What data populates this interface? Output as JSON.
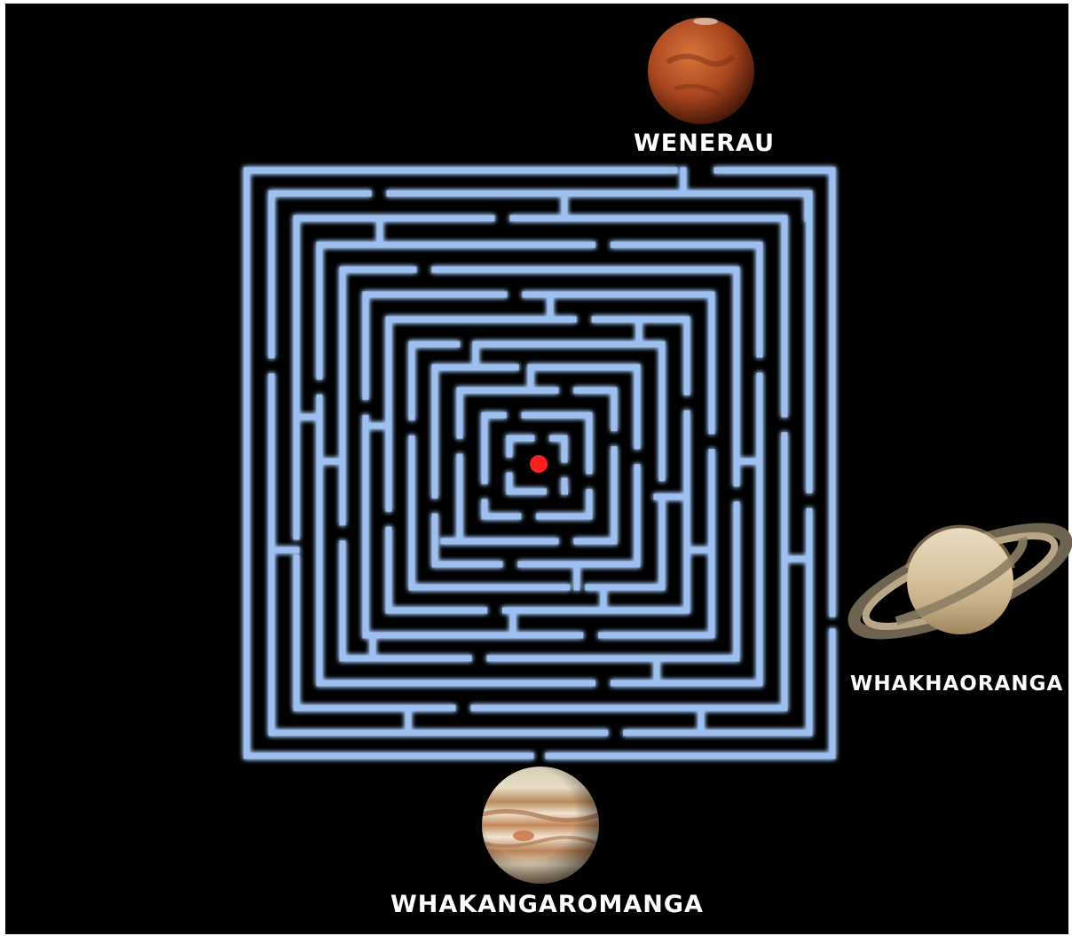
{
  "labels": {
    "mars": "WENERAU",
    "saturn": "WHAKHAORANGA",
    "jupiter": "WHAKANGAROMANGA"
  },
  "colors": {
    "background": "#000000",
    "maze_wall": "#9ec0f0",
    "maze_glow": "#4f7fc4",
    "goal_dot": "#ff1f1f",
    "label_text": "#ffffff"
  },
  "icons": {
    "mars": "mars-planet-icon",
    "saturn": "saturn-planet-icon",
    "jupiter": "jupiter-planet-icon",
    "goal": "goal-dot-icon"
  }
}
